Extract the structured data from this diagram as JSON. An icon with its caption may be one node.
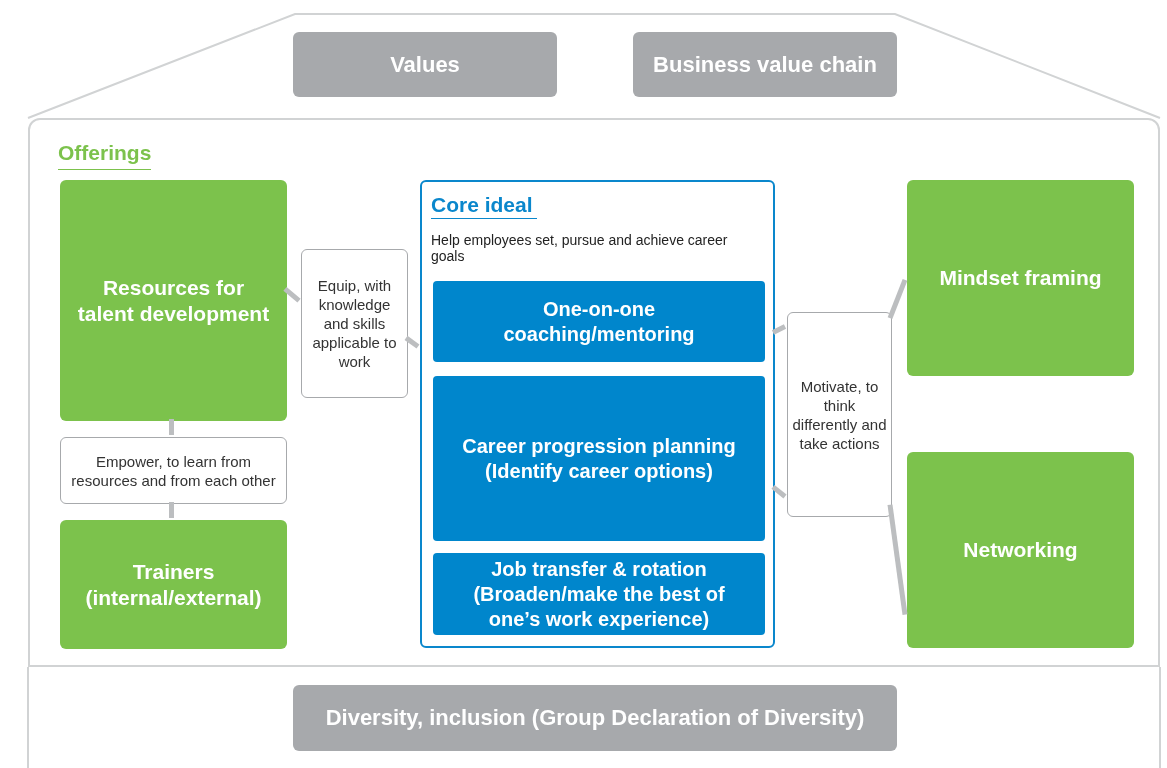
{
  "diagram": {
    "nodes": [
      {
        "text": [
          "Values"
        ]
      },
      {
        "text": [
          "Business value chain"
        ]
      },
      {
        "text": [
          "Offerings"
        ]
      },
      {
        "text": [
          "Resources for talent development"
        ],
        "in": 2
      },
      {
        "text": [
          "Empower, to learn from resources and from each other"
        ],
        "in": 2
      },
      {
        "text": [
          "Trainers (internal/external)"
        ],
        "in": 2
      },
      {
        "text": [
          "Equip, with knowledge and skills applicable to work"
        ],
        "in": 2
      },
      {
        "text": [
          "Core ideal",
          "Help employees set, pursue and achieve career goals"
        ],
        "in": 2
      },
      {
        "text": [
          "One-on-one coaching/mentoring"
        ],
        "in": 7
      },
      {
        "text": [
          "Career progression planning (Identify career options)"
        ],
        "in": 7
      },
      {
        "text": [
          "Job transfer & rotation (Broaden/make the best of one’s work experience)"
        ],
        "in": 7
      },
      {
        "text": [
          "Motivate, to think differently and take actions"
        ],
        "in": 2
      },
      {
        "text": [
          "Mindset framing"
        ],
        "in": 2
      },
      {
        "text": [
          "Networking"
        ],
        "in": 2
      },
      {
        "text": [
          "Diversity, inclusion (Group Declaration of Diversity)"
        ]
      }
    ],
    "edges": [
      {
        "from": 3,
        "to": 4,
        "arrow": "none"
      },
      {
        "from": 4,
        "to": 5,
        "arrow": "none"
      },
      {
        "from": 3,
        "to": 6,
        "arrow": "none"
      },
      {
        "from": 6,
        "to": 7,
        "arrow": "none"
      },
      {
        "from": 7,
        "to": 11,
        "arrow": "none"
      },
      {
        "from": 7,
        "to": 11,
        "arrow": "none"
      },
      {
        "from": 11,
        "to": 12,
        "arrow": "none"
      },
      {
        "from": 11,
        "to": 13,
        "arrow": "none"
      }
    ]
  }
}
